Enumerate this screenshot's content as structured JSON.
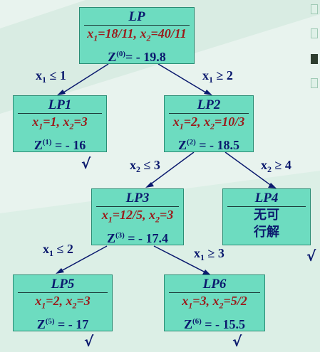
{
  "nodes": {
    "lp": {
      "title": "LP",
      "sol": "x1=18/11, x2=40/11",
      "sol_x1": "18/11",
      "sol_x2": "40/11",
      "z_idx": "(0)",
      "z_val": "=  - 19.8"
    },
    "lp1": {
      "title": "LP1",
      "sol_x1": "1",
      "sol_x2": "3",
      "z_idx": "(1)",
      "z_val": " =  - 16"
    },
    "lp2": {
      "title": "LP2",
      "sol_x1": "2",
      "sol_x2": "10/3",
      "z_idx": "(2)",
      "z_val": " =  - 18.5"
    },
    "lp3": {
      "title": "LP3",
      "sol_x1": "12/5",
      "sol_x2": "3",
      "z_idx": "(3)",
      "z_val": " =  - 17.4"
    },
    "lp4": {
      "title": "LP4",
      "text1": "无可",
      "text2": "行解"
    },
    "lp5": {
      "title": "LP5",
      "sol_x1": "2",
      "sol_x2": "3",
      "z_idx": "(5)",
      "z_val": " =  - 17"
    },
    "lp6": {
      "title": "LP6",
      "sol_x1": "3",
      "sol_x2": "5/2",
      "z_idx": "(6)",
      "z_val": " =  - 15.5"
    }
  },
  "edges": {
    "e1": {
      "var": "x",
      "sub": "1",
      "op": " ≤ 1"
    },
    "e2": {
      "var": "x",
      "sub": "1",
      "op": " ≥ 2"
    },
    "e3": {
      "var": "x",
      "sub": "2",
      "op": " ≤ 3"
    },
    "e4": {
      "var": "x",
      "sub": "2",
      "op": " ≥ 4"
    },
    "e5": {
      "var": "x",
      "sub": "1",
      "op": " ≤ 2"
    },
    "e6": {
      "var": "x",
      "sub": "1",
      "op": " ≥ 3"
    }
  },
  "check_mark": "√",
  "z_letter": "Z",
  "colors": {
    "node_fill": "#6ddcc0",
    "solution_text": "#9b1b1b",
    "label_text": "#0b1a6e",
    "edge": "#0b1a6e"
  }
}
